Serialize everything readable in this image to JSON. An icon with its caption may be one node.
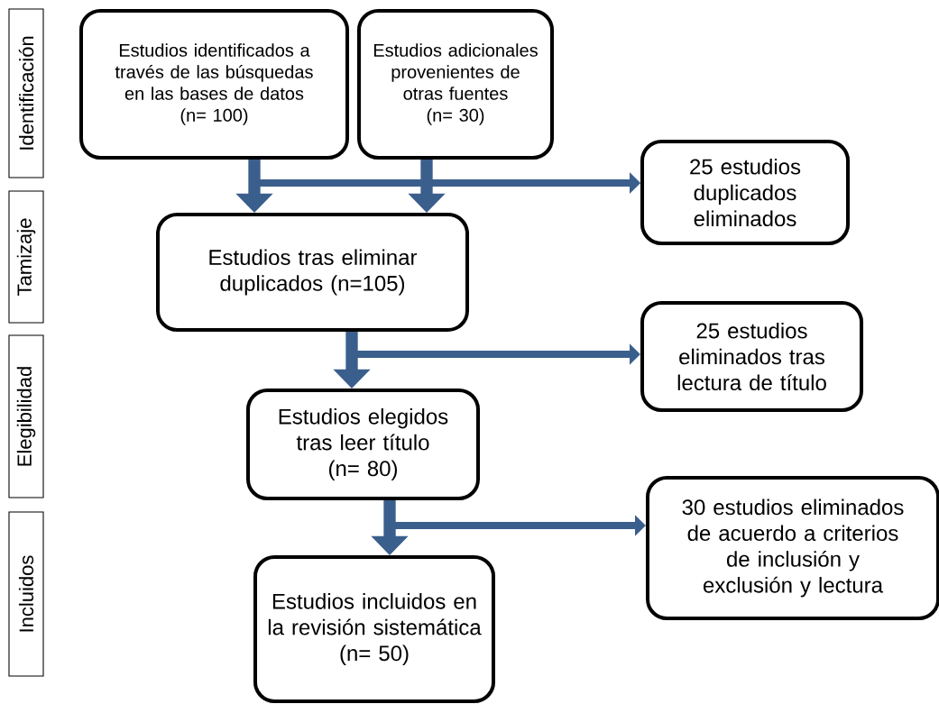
{
  "diagram": {
    "nodes": [
      {
        "text": [
          "Estudios identificados a través de las búsquedas en las bases de datos",
          "(n= 100)"
        ]
      },
      {
        "text": [
          "Estudios adicionales provenientes de otras fuentes",
          "(n= 30)"
        ]
      },
      {
        "text": [
          "25 estudios duplicados eliminados"
        ]
      },
      {
        "text": [
          "Estudios tras eliminar duplicados (n=105)"
        ]
      },
      {
        "text": [
          "25 estudios eliminados tras lectura de título"
        ]
      },
      {
        "text": [
          "Estudios elegidos tras leer título",
          "(n= 80)"
        ]
      },
      {
        "text": [
          "30 estudios eliminados de acuerdo a criterios de inclusión y exclusión y lectura"
        ]
      },
      {
        "text": [
          "Estudios incluidos en la revisión sistemática",
          "(n= 50)"
        ]
      },
      {
        "text": [
          "Identificación"
        ]
      },
      {
        "text": [
          "Tamizaje"
        ]
      },
      {
        "text": [
          "Elegibilidad"
        ]
      },
      {
        "text": [
          "Incluidos"
        ]
      }
    ],
    "edges": [
      {
        "from": 0,
        "to": 2,
        "arrow": "to"
      },
      {
        "from": 1,
        "to": 2,
        "arrow": "to"
      },
      {
        "from": 0,
        "to": 3,
        "arrow": "to"
      },
      {
        "from": 1,
        "to": 3,
        "arrow": "to"
      },
      {
        "from": 3,
        "to": 4,
        "arrow": "to"
      },
      {
        "from": 3,
        "to": 5,
        "arrow": "to"
      },
      {
        "from": 5,
        "to": 6,
        "arrow": "to"
      },
      {
        "from": 5,
        "to": 7,
        "arrow": "to"
      }
    ]
  }
}
